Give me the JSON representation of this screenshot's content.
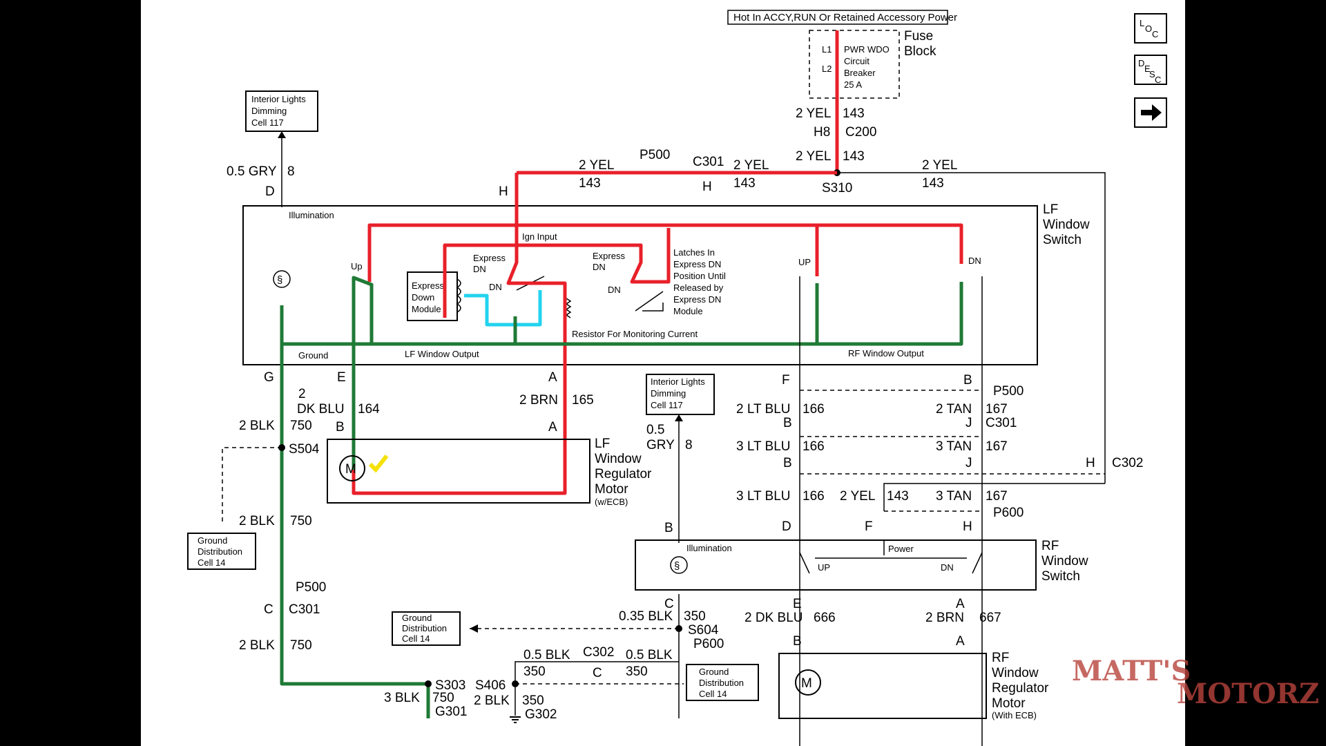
{
  "colors": {
    "red_wire": "#e8202a",
    "green_wire": "#1f7a36",
    "cyan_wire": "#22d3ee",
    "check": "#f5e10a",
    "watermark": "#b8433c"
  },
  "nav": {
    "loc_label": "LOC",
    "desc_label": "DESC",
    "next_icon": "right-arrow-icon"
  },
  "top": {
    "power_box": "Hot In ACCY,RUN Or Retained Accessory Power",
    "fuse_block_1": "Fuse",
    "fuse_block_2": "Block",
    "l1": "L1",
    "l2": "L2",
    "breaker_1": "PWR WDO",
    "breaker_2": "Circuit",
    "breaker_3": "Breaker",
    "breaker_4": "25 A",
    "w1_size": "2 YEL",
    "w1_num": "143",
    "h8": "H8",
    "c200": "C200",
    "w2_size": "2 YEL",
    "w2_num": "143",
    "s310": "S310"
  },
  "upper_wires": {
    "a_size": "2 YEL",
    "a_num": "143",
    "p500": "P500",
    "c301": "C301",
    "h1": "H",
    "b_size": "2 YEL",
    "b_num": "143",
    "c_size": "2 YEL",
    "c_num": "143",
    "h_pin": "H"
  },
  "interior1": {
    "l1": "Interior Lights",
    "l2": "Dimming",
    "l3": "Cell 117",
    "wire_size": "0.5 GRY",
    "wire_num": "8",
    "pin": "D"
  },
  "lf_switch": {
    "t1": "LF",
    "t2": "Window",
    "t3": "Switch",
    "illum": "Illumination",
    "ign": "Ign Input",
    "up": "Up",
    "edn1": "Express",
    "edn2": "DN",
    "edn3": "Express",
    "edn4": "DN",
    "dn1": "DN",
    "dn2": "DN",
    "module1": "Express",
    "module2": "Down",
    "module3": "Module",
    "latch1": "Latches In",
    "latch2": "Express DN",
    "latch3": "Position Until",
    "latch4": "Released by",
    "latch5": "Express DN",
    "latch6": "Module",
    "resistor": "Resistor For Monitoring Current",
    "ground": "Ground",
    "lf_out": "LF Window Output",
    "rf_out": "RF Window Output",
    "rup": "UP",
    "rdn": "DN"
  },
  "lf_motor": {
    "pin_g": "G",
    "pin_e": "E",
    "pin_a": "A",
    "dk_size_a": "2",
    "dk_size_b": "DK BLU",
    "dk_num": "164",
    "brn_size": "2 BRN",
    "brn_num": "165",
    "blk_size": "2 BLK",
    "blk_num": "750",
    "pin_b": "B",
    "pin_a2": "A",
    "s504": "S504",
    "m": "M",
    "t1": "LF",
    "t2": "Window",
    "t3": "Regulator",
    "t4": "Motor",
    "t5": "(w/ECB)"
  },
  "ground_left": {
    "blk2_size": "2 BLK",
    "blk2_num": "750",
    "gd1": "Ground",
    "gd2": "Distribution",
    "gd3": "Cell 14",
    "p500": "P500",
    "c_pin": "C",
    "c301": "C301",
    "blk3_size": "2 BLK",
    "blk3_num": "750"
  },
  "interior2": {
    "l1": "Interior Lights",
    "l2": "Dimming",
    "l3": "Cell 117",
    "wire_a": "0.5",
    "wire_b": "GRY",
    "wire_num": "8",
    "pin": "B"
  },
  "rf_wires": {
    "f": "F",
    "b1": "B",
    "p500": "P500",
    "ltblu1": "2 LT BLU",
    "n166a": "166",
    "tan1": "2 TAN",
    "n167a": "167",
    "b2": "B",
    "j1": "J",
    "c301": "C301",
    "ltblu2": "3 LT BLU",
    "n166b": "166",
    "tan2": "3 TAN",
    "n167b": "167",
    "b3": "B",
    "j2": "J",
    "h": "H",
    "c302": "C302",
    "ltblu3": "3 LT BLU",
    "n166c": "166",
    "yel": "2 YEL",
    "n143": "143",
    "tan3": "3 TAN",
    "n167c": "167",
    "p600": "P600",
    "d": "D",
    "f2": "F",
    "h2": "H",
    "b_pin": "B"
  },
  "rf_switch": {
    "t1": "RF",
    "t2": "Window",
    "t3": "Switch",
    "illum": "Illumination",
    "power": "Power",
    "up": "UP",
    "dn": "DN"
  },
  "rf_motor_wires": {
    "c": "C",
    "e": "E",
    "a": "A",
    "blk_size": "0.35 BLK",
    "blk_num": "350",
    "dkblu": "2 DK BLU",
    "n666": "666",
    "brn": "2 BRN",
    "n667": "667",
    "s604": "S604",
    "p600": "P600",
    "b": "B",
    "a2": "A"
  },
  "rf_motor": {
    "m": "M",
    "t1": "RF",
    "t2": "Window",
    "t3": "Regulator",
    "t4": "Motor",
    "t5": "(With ECB)"
  },
  "ground_bottom": {
    "gd1": "Ground",
    "gd2": "Distribution",
    "gd3": "Cell 14",
    "blk_a": "0.5 BLK",
    "c302": "C302",
    "blk_b": "0.5 BLK",
    "n350a": "350",
    "c_pin": "C",
    "n350b": "350",
    "s406": "S406",
    "s303": "S303",
    "blk3": "3 BLK",
    "n750": "750",
    "blk2": "2 BLK",
    "n350c": "350",
    "g301": "G301",
    "g302": "G302",
    "gd4": "Ground",
    "gd5": "Distribution",
    "gd6": "Cell 14"
  },
  "watermark": {
    "line1": "MATT'S",
    "line2": "MOTORZ"
  }
}
